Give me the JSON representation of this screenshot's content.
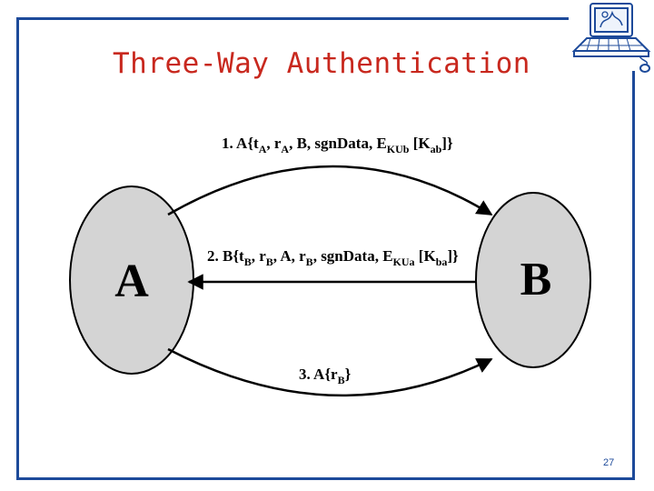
{
  "slide": {
    "title": "Three-Way Authentication",
    "page_number": "27",
    "accent_color": "#1d4a9a",
    "title_color": "#c8281e"
  },
  "nodes": [
    {
      "label": "A"
    },
    {
      "label": "B"
    }
  ],
  "messages": [
    {
      "step": "1.",
      "direction": "A->B",
      "parts": [
        {
          "t": "1. A{t"
        },
        {
          "t": "A",
          "sub": true
        },
        {
          "t": ", r"
        },
        {
          "t": "A",
          "sub": true
        },
        {
          "t": ", B, sgnData, E"
        },
        {
          "t": "KUb",
          "sub": true
        },
        {
          "t": " [K"
        },
        {
          "t": "ab",
          "sub": true
        },
        {
          "t": "]}"
        }
      ]
    },
    {
      "step": "2.",
      "direction": "B->A",
      "parts": [
        {
          "t": "2. B{t"
        },
        {
          "t": "B",
          "sub": true
        },
        {
          "t": ", r"
        },
        {
          "t": "B",
          "sub": true
        },
        {
          "t": ", A, r"
        },
        {
          "t": "B",
          "sub": true
        },
        {
          "t": ", sgnData, E"
        },
        {
          "t": "KUa",
          "sub": true
        },
        {
          "t": " [K"
        },
        {
          "t": "ba",
          "sub": true
        },
        {
          "t": "]}"
        }
      ]
    },
    {
      "step": "3.",
      "direction": "A->B",
      "parts": [
        {
          "t": "3. A{r"
        },
        {
          "t": "B",
          "sub": true
        },
        {
          "t": "}"
        }
      ]
    }
  ],
  "icons": {
    "corner": "computer-icon"
  }
}
